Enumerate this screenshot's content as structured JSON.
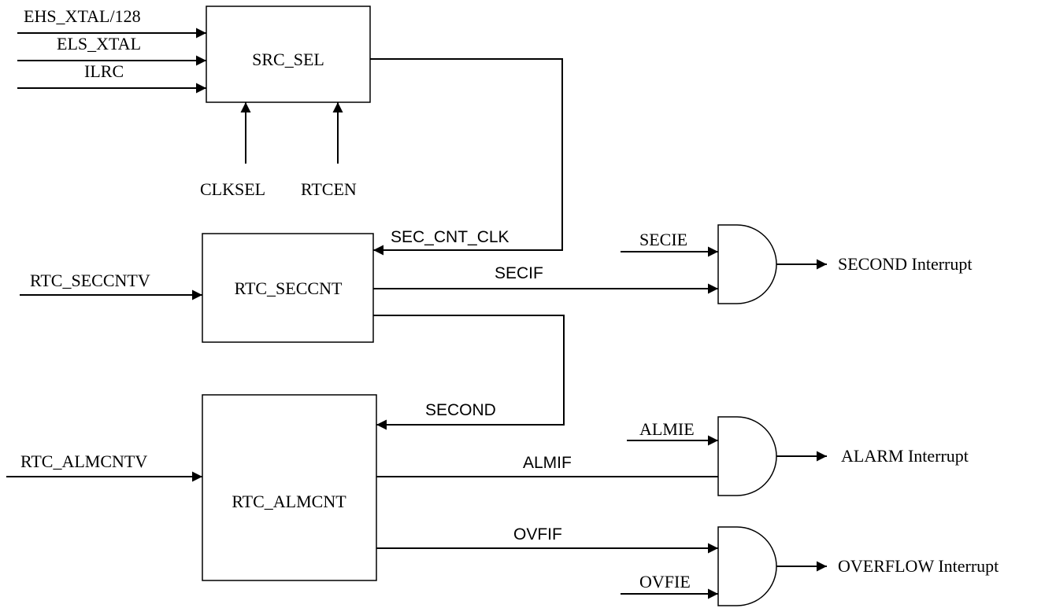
{
  "inputs": {
    "ehs": "EHS_XTAL/128",
    "els": "ELS_XTAL",
    "ilrc": "ILRC",
    "clksel": "CLKSEL",
    "rtcen": "RTCEN",
    "seccntv": "RTC_SECCNTV",
    "almcntv": "RTC_ALMCNTV"
  },
  "blocks": {
    "src_sel": "SRC_SEL",
    "rtc_seccnt": "RTC_SECCNT",
    "rtc_almcnt": "RTC_ALMCNT"
  },
  "signals": {
    "sec_cnt_clk": "SEC_CNT_CLK",
    "secif": "SECIF",
    "second": "SECOND",
    "almif": "ALMIF",
    "ovfif": "OVFIF"
  },
  "enables": {
    "secie": "SECIE",
    "almie": "ALMIE",
    "ovfie": "OVFIE"
  },
  "outputs": {
    "second_int": "SECOND Interrupt",
    "alarm_int": "ALARM Interrupt",
    "overflow_int": "OVERFLOW Interrupt"
  }
}
